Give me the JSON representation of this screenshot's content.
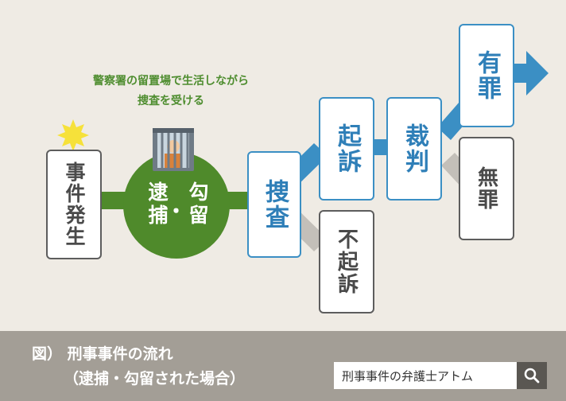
{
  "diagram": {
    "note": [
      "警察署の留置場で生活しながら",
      "捜査を受ける"
    ],
    "nodes": {
      "incident": "事件発生",
      "arrest_left": "逮捕",
      "arrest_dot": "・",
      "arrest_right": "勾留",
      "investigation": "捜査",
      "indictment": "起訴",
      "non_indictment": "不起訴",
      "trial": "裁判",
      "guilty": "有罪",
      "not_guilty": "無罪"
    },
    "colors": {
      "green": "#4f8a2b",
      "blue": "#3b8fc4",
      "gray_connector": "#c3bfb9",
      "background": "#efebe4"
    },
    "icons": [
      "jail-person-icon",
      "starburst-icon",
      "arrow-right-icon"
    ]
  },
  "footer": {
    "caption_line1": "図） 刑事事件の流れ",
    "caption_line2": "（逮捕・勾留された場合）",
    "search_label": "刑事事件の弁護士アトム"
  }
}
